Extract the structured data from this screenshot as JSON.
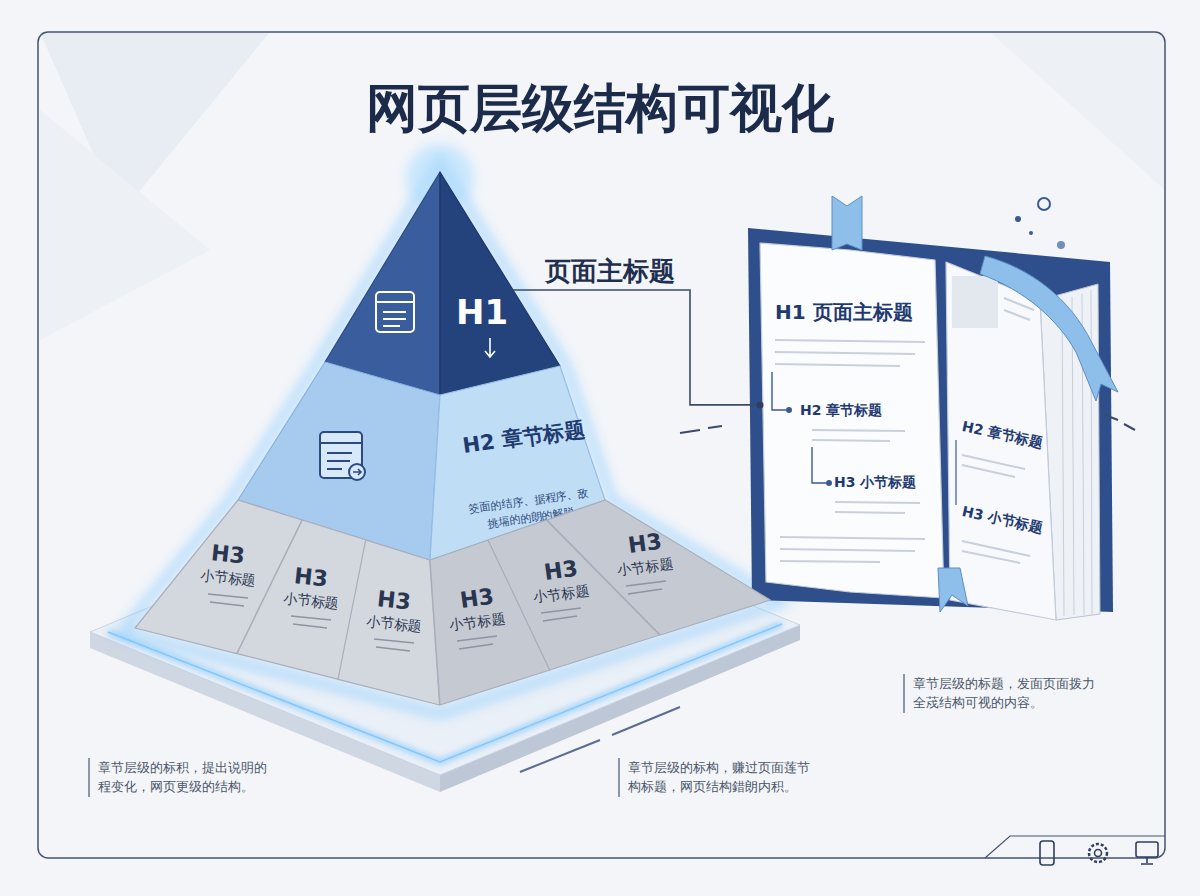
{
  "diagram": {
    "title": "网页层级结构可视化",
    "nodes": [
      {
        "text": [
          "H1"
        ]
      },
      {
        "text": [
          "H2 章节标题",
          "筊面的结序、据程序、敌 挑塥的的朗的解脱"
        ]
      },
      {
        "text": [
          "H3",
          "小节标题"
        ]
      },
      {
        "text": [
          "H3",
          "小节标题"
        ]
      },
      {
        "text": [
          "H3",
          "小节标题"
        ]
      },
      {
        "text": [
          "H3",
          "小节标题"
        ]
      },
      {
        "text": [
          "H3",
          "小节标题"
        ]
      },
      {
        "text": [
          "H3",
          "小节标题"
        ]
      },
      {
        "text": [
          "H1 页面主标题",
          "H2 章节标题",
          "H3 小节标题"
        ]
      },
      {
        "text": [
          "H2 章节标题",
          "H3 小节标题"
        ]
      }
    ],
    "edges": [
      {
        "from": 0,
        "to": 8,
        "label": "页面主标题",
        "arrow": "none"
      }
    ],
    "labels": [
      "章节层级的标题，发面页面拨力 全荗结构可视的内容。",
      "章节层级的标积，提出说明的 程变化，网页更级的结构。",
      "章节层级的标构，赚过页面莲节 构标题，网页结构錯朗内积。"
    ]
  }
}
